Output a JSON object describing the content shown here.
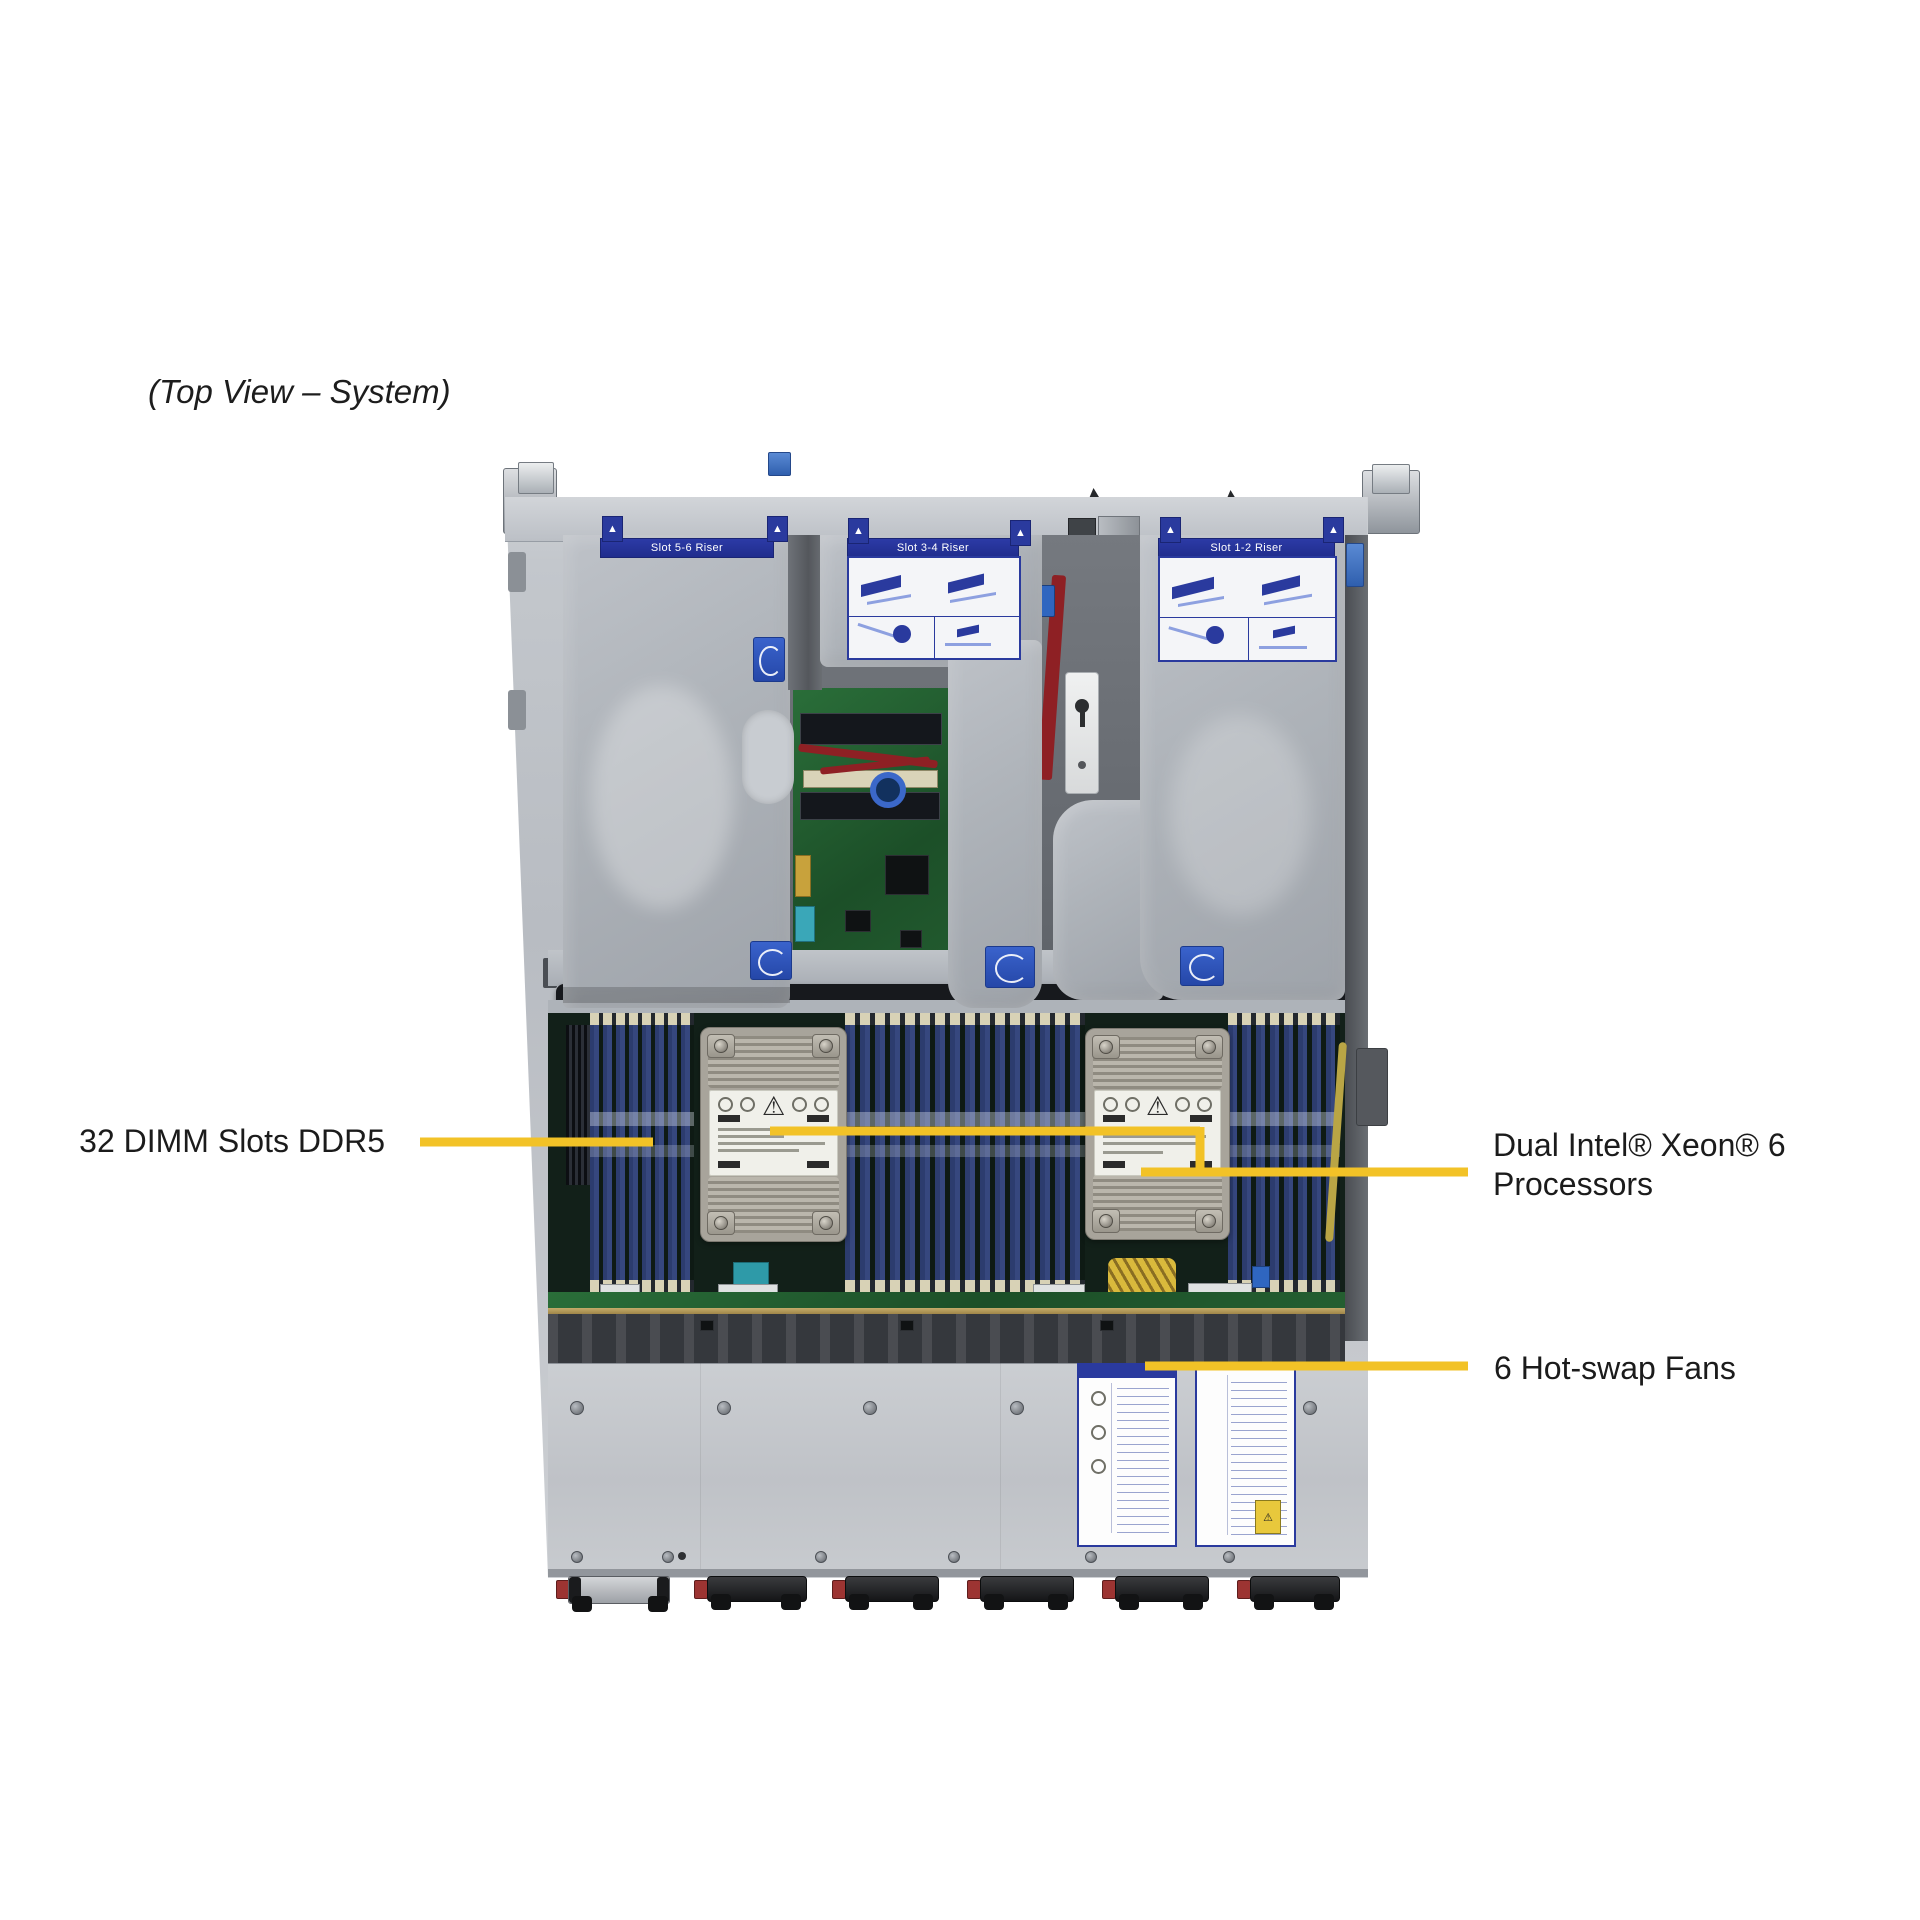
{
  "title": "(Top View – System)",
  "accent_color": "#F2C227",
  "callouts": {
    "dimm": {
      "label": "32 DIMM Slots DDR5"
    },
    "cpu": {
      "line1": "Dual Intel® Xeon® 6",
      "line2": "Processors"
    },
    "fans": {
      "label": "6 Hot-swap Fans"
    }
  },
  "server": {
    "risers": [
      {
        "label": "Slot 5-6 Riser"
      },
      {
        "label": "Slot 3-4 Riser"
      },
      {
        "label": "Slot 1-2 Riser"
      }
    ]
  }
}
